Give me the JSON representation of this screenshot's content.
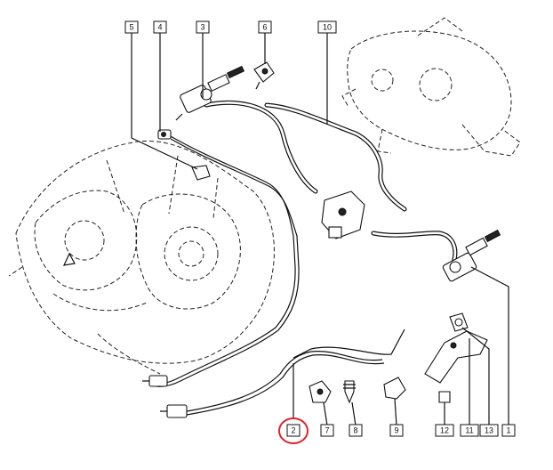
{
  "diagram": {
    "callouts": [
      {
        "id": "c5",
        "number": "5"
      },
      {
        "id": "c4",
        "number": "4"
      },
      {
        "id": "c3",
        "number": "3"
      },
      {
        "id": "c6",
        "number": "6"
      },
      {
        "id": "c10",
        "number": "10"
      },
      {
        "id": "c2",
        "number": "2"
      },
      {
        "id": "c7",
        "number": "7"
      },
      {
        "id": "c8",
        "number": "8"
      },
      {
        "id": "c9",
        "number": "9"
      },
      {
        "id": "c12",
        "number": "12"
      },
      {
        "id": "c11",
        "number": "11"
      },
      {
        "id": "c13",
        "number": "13"
      },
      {
        "id": "c1",
        "number": "1"
      }
    ],
    "highlight": {
      "callout": "2",
      "color": "#d9262c"
    }
  }
}
